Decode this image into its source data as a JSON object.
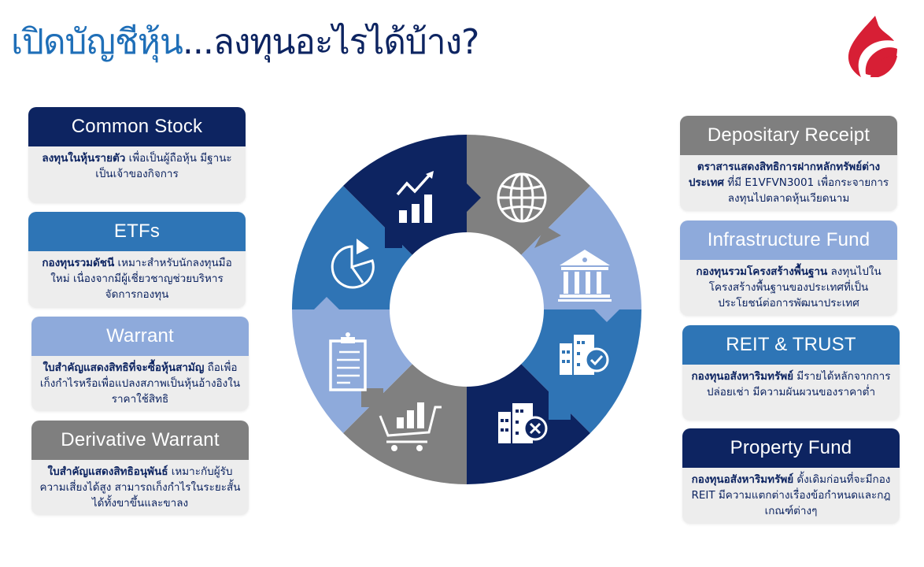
{
  "header": {
    "title_part1": "เปิดบัญชีหุ้น",
    "title_part2": "...ลงทุนอะไรได้บ้าง?",
    "logo": "red-flame-drop-logo"
  },
  "colors": {
    "navy": "#0d2461",
    "mid_blue": "#2f74b5",
    "light_blue": "#8eaadb",
    "gray": "#808080",
    "card_body": "#ededed",
    "title_blue": "#1f6fb8",
    "logo_red": "#d71f35"
  },
  "left_cards": [
    {
      "title": "Common Stock",
      "header_color": "#0d2461",
      "bold": "ลงทุนในหุ้นรายตัว",
      "text": " เพื่อเป็นผู้ถือหุ้น มีฐานะเป็นเจ้าของกิจการ"
    },
    {
      "title": "ETFs",
      "header_color": "#2e75b6",
      "bold": "กองทุนรวมดัชนี",
      "text": " เหมาะสำหรับนักลงทุนมือใหม่ เนื่องจากมีผู้เชี่ยวชาญช่วยบริหารจัดการกองทุน"
    },
    {
      "title": "Warrant",
      "header_color": "#8eaadb",
      "bold": "ใบสำคัญแสดงสิทธิที่จะซื้อหุ้นสามัญ",
      "text": " ถือเพื่อเก็งกำไรหรือเพื่อแปลงสภาพเป็นหุ้นอ้างอิงในราคาใช้สิทธิ"
    },
    {
      "title": "Derivative Warrant",
      "header_color": "#7f7f7f",
      "bold": "ใบสำคัญแสดงสิทธิอนุพันธ์",
      "text": " เหมาะกับผู้รับความเสี่ยงได้สูง สามารถเก็งกำไรในระยะสั้นได้ทั้งขาขึ้นและขาลง"
    }
  ],
  "right_cards": [
    {
      "title": "Depositary Receipt",
      "header_color": "#7f7f7f",
      "bold": "ตราสารแสดงสิทธิการฝากหลักทรัพย์ต่างประเทศ",
      "text": " ที่มี E1VFVN3001 เพื่อกระจายการลงทุนไปตลาดหุ้นเวียดนาม"
    },
    {
      "title": "Infrastructure Fund",
      "header_color": "#8eaadb",
      "bold": "กองทุนรวมโครงสร้างพื้นฐาน",
      "text": " ลงทุนไปในโครงสร้างพื้นฐานของประเทศที่เป็นประโยชน์ต่อการพัฒนาประเทศ"
    },
    {
      "title": "REIT & TRUST",
      "header_color": "#2e75b6",
      "bold": "กองทุนอสังหาริมทรัพย์",
      "text": " มีรายได้หลักจากการปล่อยเช่า มีความผันผวนของราคาต่ำ"
    },
    {
      "title": "Property Fund",
      "header_color": "#0d2461",
      "bold": "กองทุนอสังหาริมทรัพย์",
      "text": " ดั้งเดิมก่อนที่จะมีกอง REIT มีความแตกต่างเรื่องข้อกำหนดและกฎเกณฑ์ต่างๆ"
    }
  ],
  "ring_segments": [
    {
      "position": "top-right",
      "color": "#808080",
      "icon": "globe-icon",
      "represents": "Depositary Receipt"
    },
    {
      "position": "right-upper",
      "color": "#8eaadb",
      "icon": "bank-icon",
      "represents": "Infrastructure Fund"
    },
    {
      "position": "right-lower",
      "color": "#2f74b5",
      "icon": "building-check-icon",
      "represents": "REIT & TRUST"
    },
    {
      "position": "bottom-right",
      "color": "#0d2461",
      "icon": "building-x-icon",
      "represents": "Property Fund"
    },
    {
      "position": "bottom-left",
      "color": "#808080",
      "icon": "cart-chart-icon",
      "represents": "Derivative Warrant"
    },
    {
      "position": "left-lower",
      "color": "#8eaadb",
      "icon": "clipboard-icon",
      "represents": "Warrant"
    },
    {
      "position": "left-upper",
      "color": "#2f74b5",
      "icon": "pie-chart-icon",
      "represents": "ETFs"
    },
    {
      "position": "top-left",
      "color": "#0d2461",
      "icon": "growth-chart-icon",
      "represents": "Common Stock"
    }
  ]
}
